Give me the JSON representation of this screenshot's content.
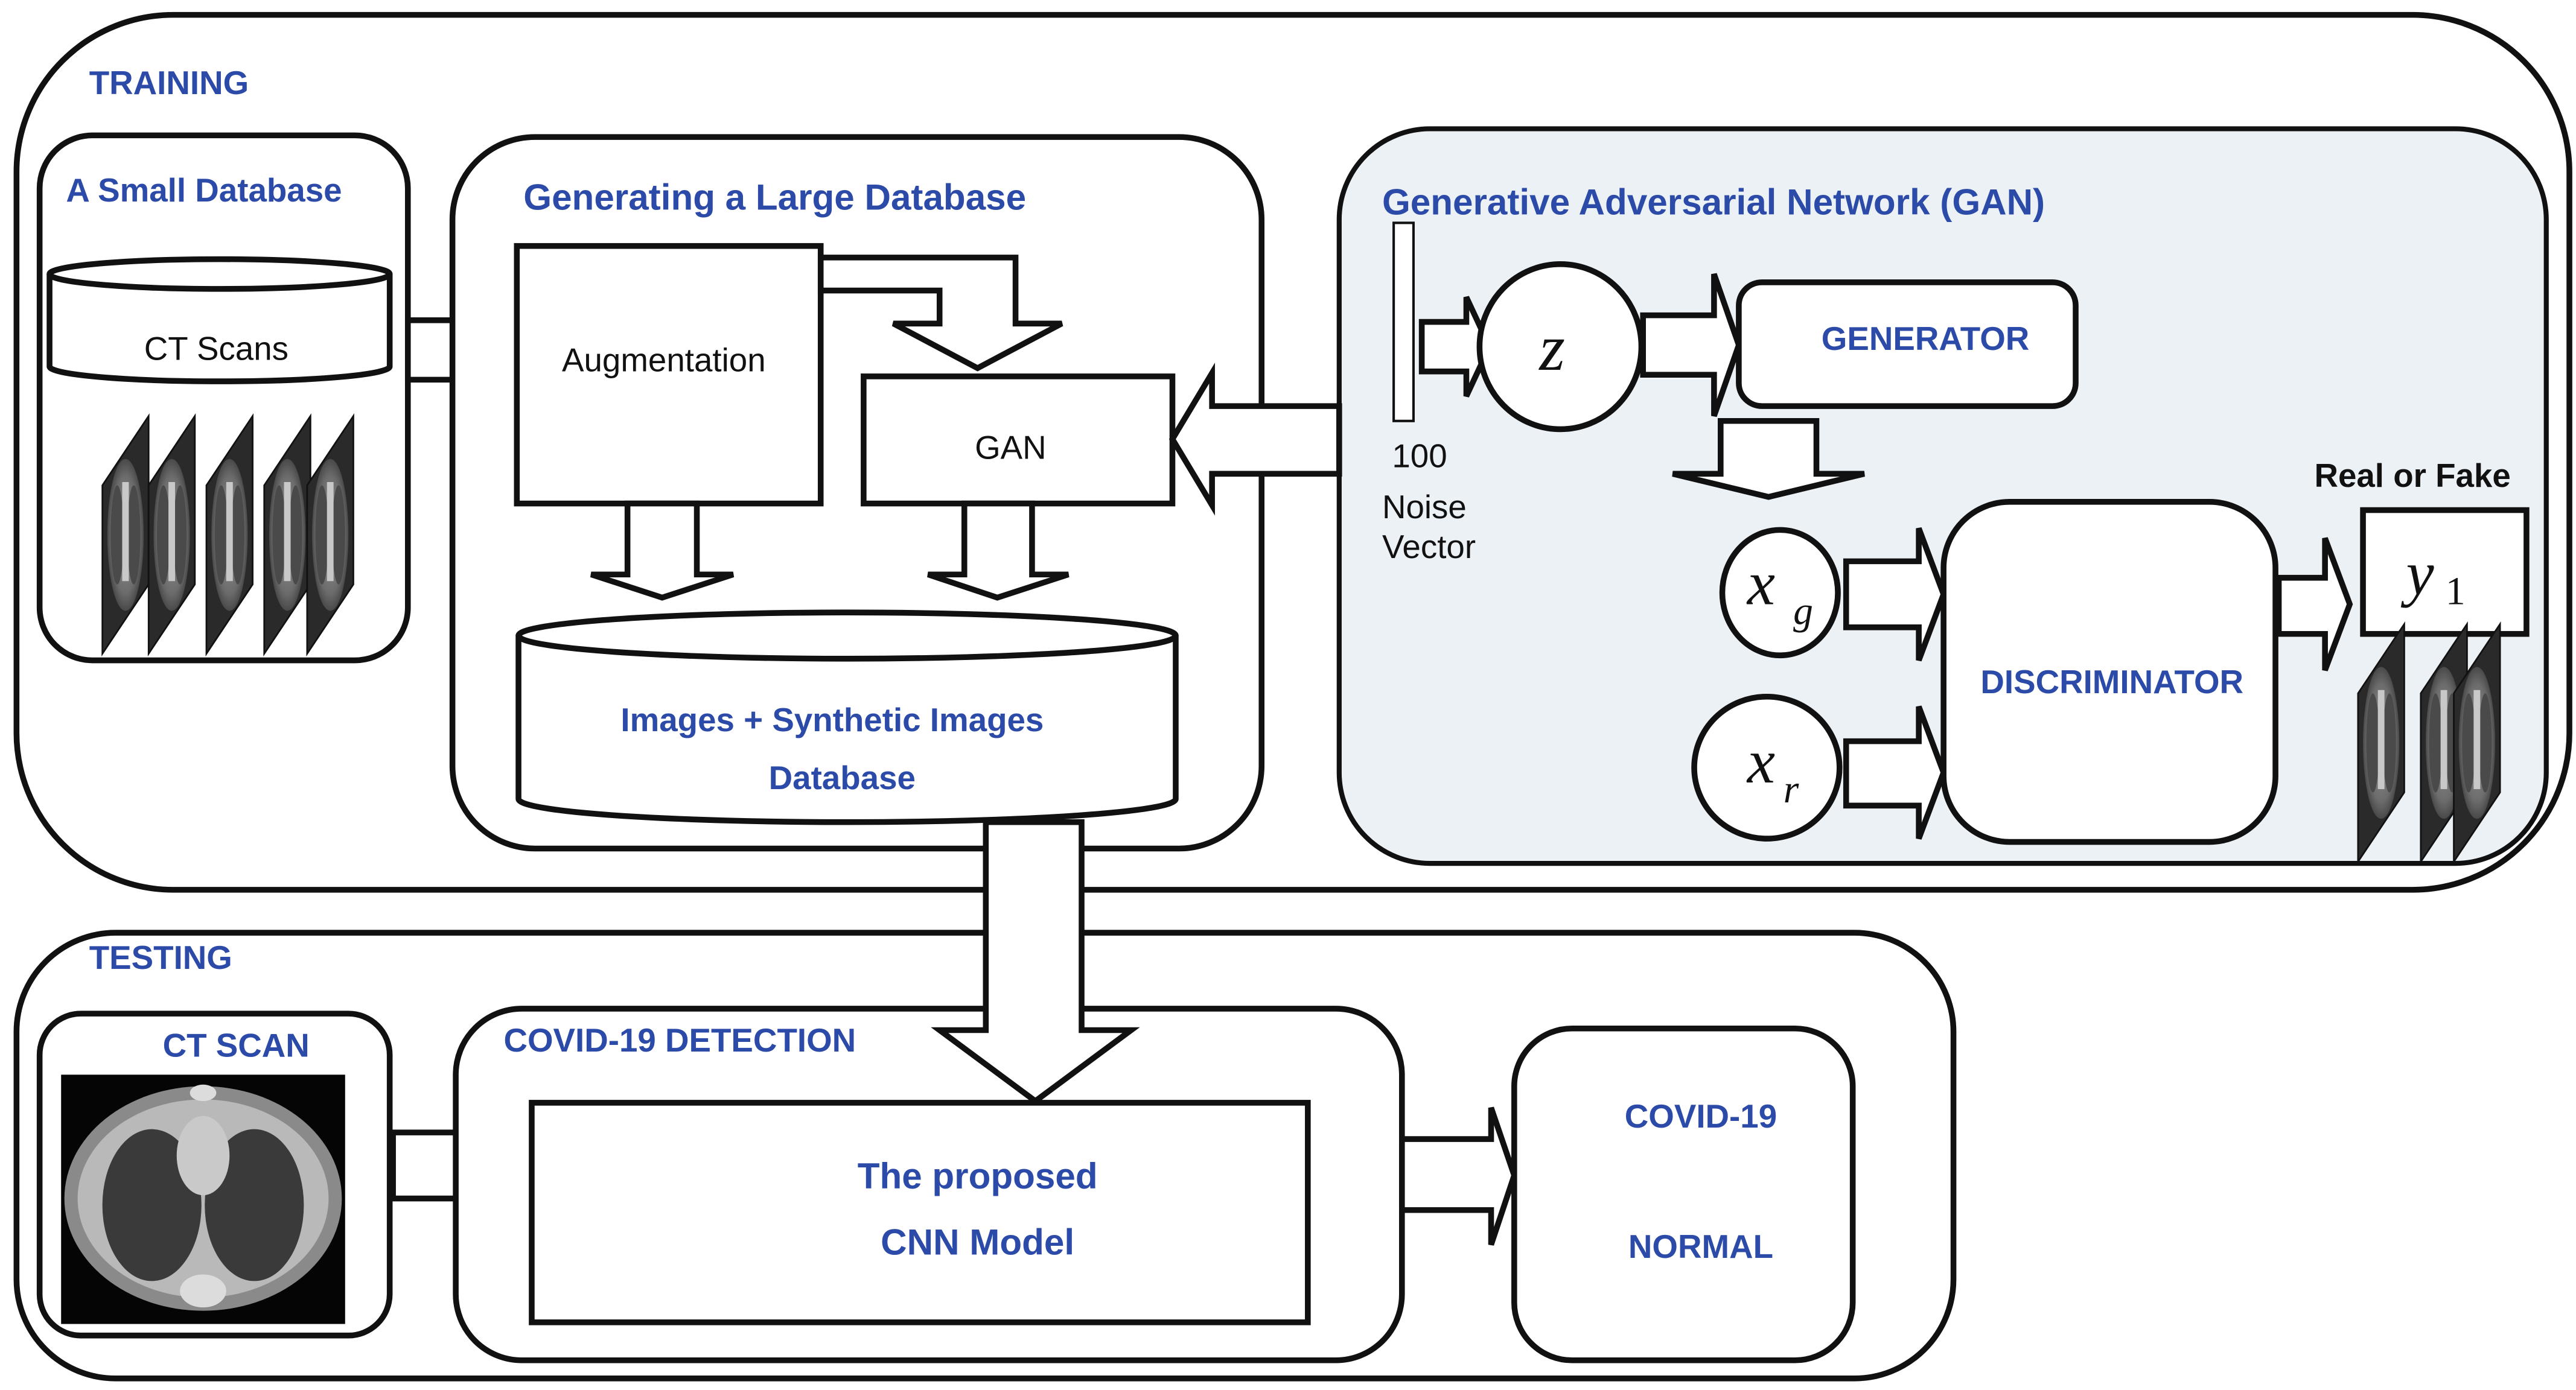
{
  "colors": {
    "title_blue": "#2c4ba8",
    "gan_panel_fill": "#ecf1f6",
    "stroke": "#111111",
    "ct_scan_tone": "#7a7a7a"
  },
  "training": {
    "title": "TRAINING",
    "small_db": {
      "title": "A Small Database",
      "cylinder_label": "CT Scans"
    },
    "large_db": {
      "title": "Generating a Large Database",
      "augmentation_label": "Augmentation",
      "gan_label": "GAN",
      "output_line1": "Images + Synthetic Images",
      "output_line2": "Database"
    },
    "gan": {
      "title": "Generative Adversarial Network (GAN)",
      "noise_z": "z",
      "noise_line1": "100",
      "noise_line2": "Noise",
      "noise_line3": "Vector",
      "generator_label": "GENERATOR",
      "discriminator_label": "DISCRIMINATOR",
      "xg_base": "x",
      "xg_sub": "g",
      "xr_base": "x",
      "xr_sub": "r",
      "output_label": "Real or Fake",
      "y_base": "y",
      "y_sub": "1"
    }
  },
  "testing": {
    "title": "TESTING",
    "ct_scan_title": "CT SCAN",
    "detection": {
      "title": "COVID-19 DETECTION",
      "model_line1": "The proposed",
      "model_line2": "CNN Model"
    },
    "results": {
      "label1": "COVID-19",
      "label2": "NORMAL"
    }
  }
}
